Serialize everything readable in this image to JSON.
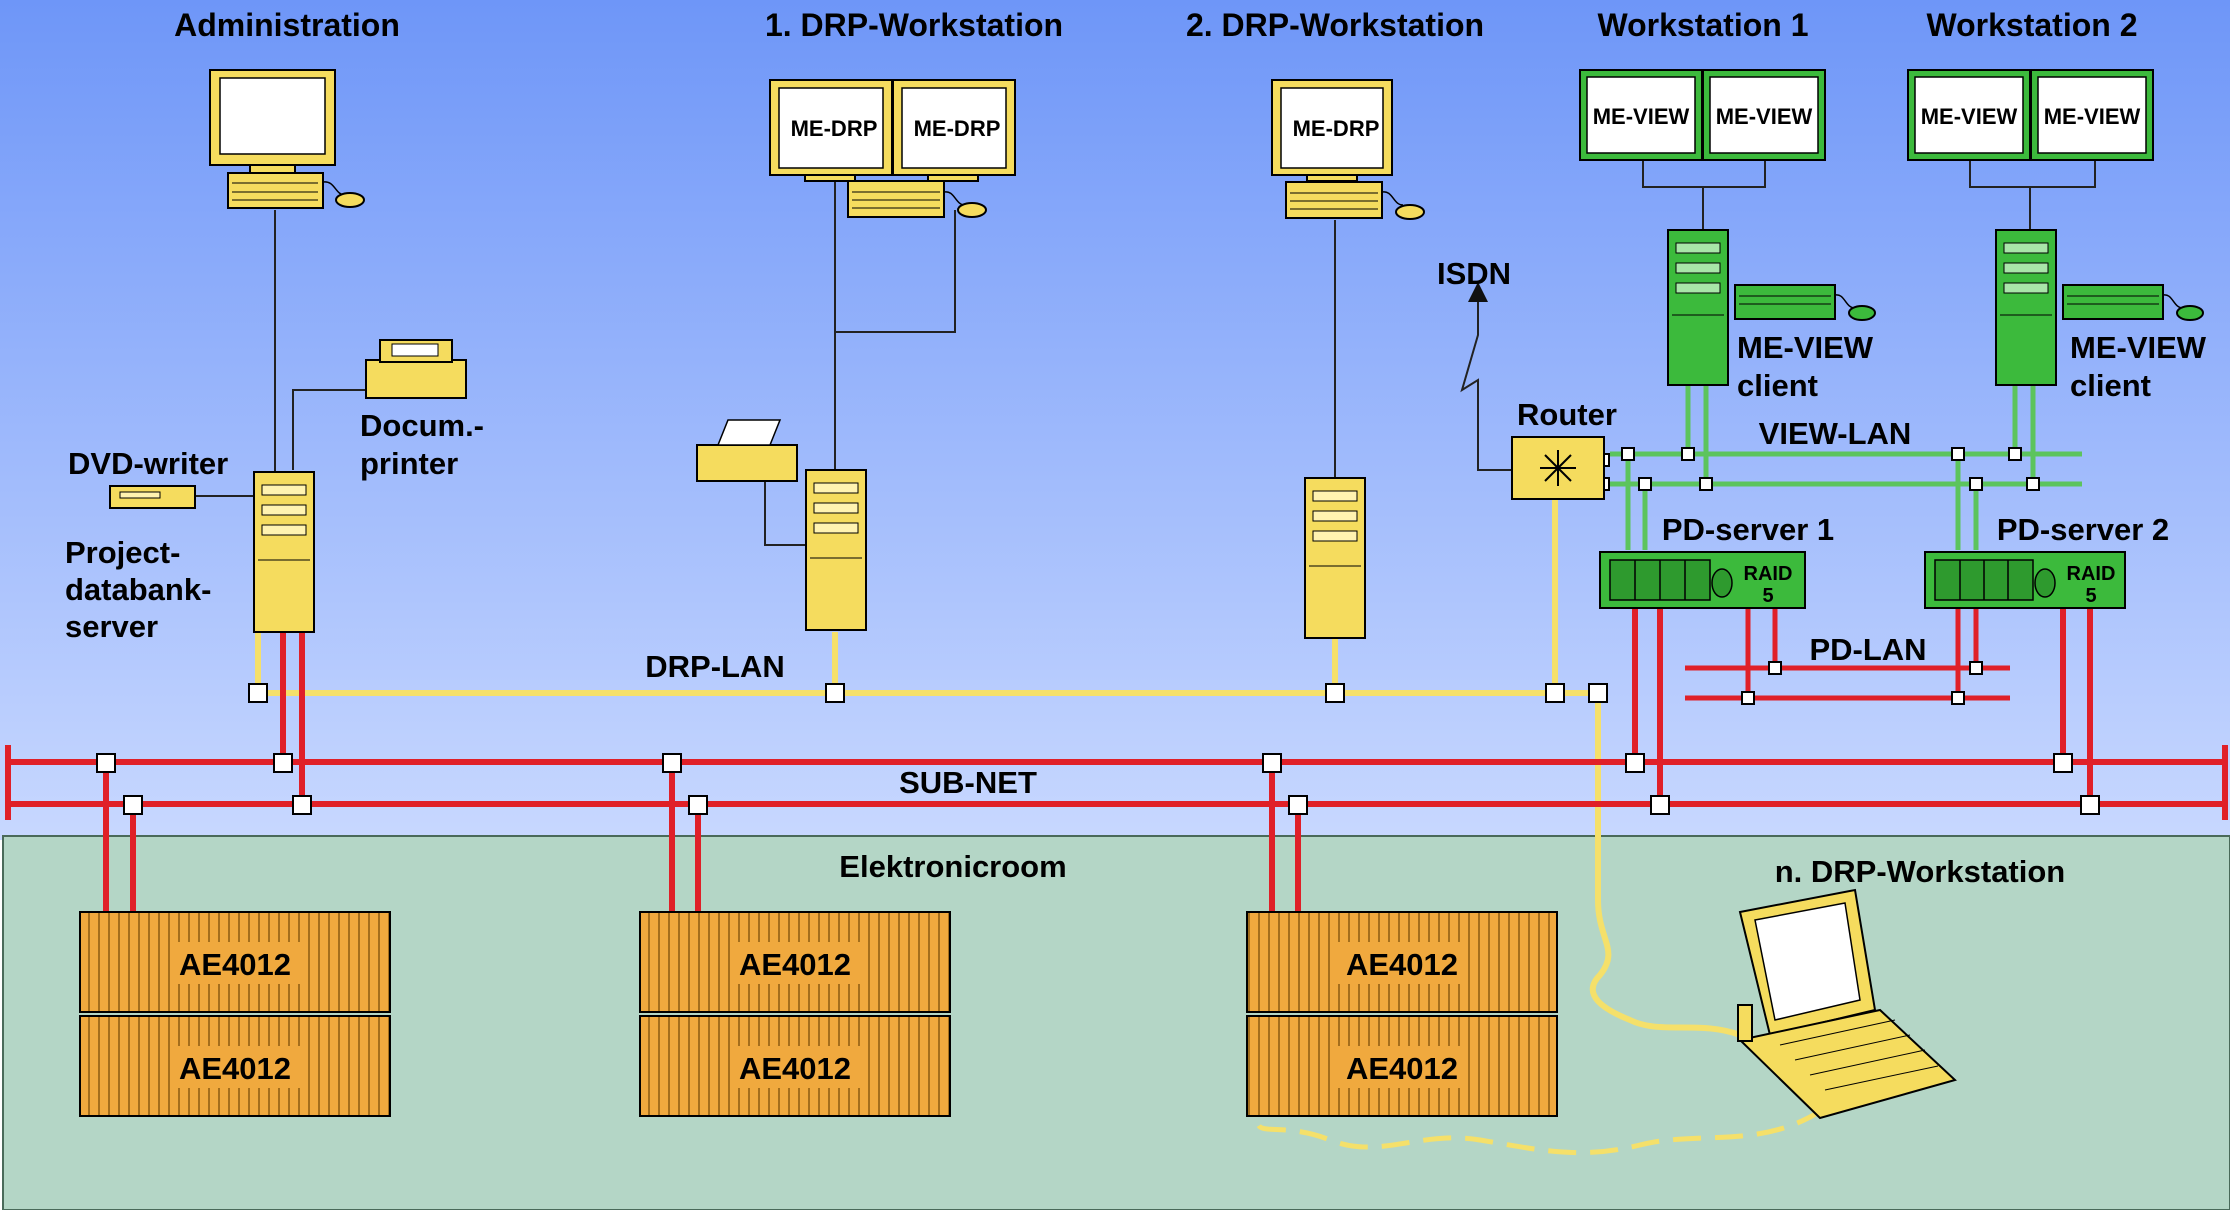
{
  "colors": {
    "bg_top": "#6e96f8",
    "bg_bottom": "#c8d8ff",
    "room": "#b4d6c6",
    "sub_net": "#e02028",
    "drp_lan": "#f5e06a",
    "view_lan": "#5cc45c",
    "pd_lan": "#e02028",
    "device_yellow": "#f5dc5e",
    "device_green": "#3cba3c",
    "device_orange": "#f0a93e"
  },
  "labels": {
    "administration": "Administration",
    "drp1": "1. DRP-Workstation",
    "drp2": "2. DRP-Workstation",
    "ws1": "Workstation 1",
    "ws2": "Workstation 2",
    "isdn": "ISDN",
    "router": "Router",
    "dvd_writer": "DVD-writer",
    "docum_printer_1": "Docum.-",
    "docum_printer_2": "printer",
    "project_db_1": "Project-",
    "project_db_2": "databank-",
    "project_db_3": "server",
    "meview_client_1": "ME-VIEW",
    "meview_client_2": "client",
    "view_lan": "VIEW-LAN",
    "pd_server_1": "PD-server 1",
    "pd_server_2": "PD-server 2",
    "pd_lan": "PD-LAN",
    "drp_lan": "DRP-LAN",
    "sub_net": "SUB-NET",
    "elektronicroom": "Elektronicroom",
    "n_drp": "n. DRP-Workstation",
    "me_drp": "ME-DRP",
    "me_view": "ME-VIEW",
    "raid": "RAID",
    "raid_level": "5",
    "ae4012": "AE4012"
  },
  "icons": [
    "monitor-icon",
    "keyboard-icon",
    "mouse-icon",
    "tower-pc-icon",
    "printer-icon",
    "dvd-writer-icon",
    "router-icon",
    "server-rack-icon",
    "laptop-icon",
    "rack-unit-icon",
    "lightning-arrow-icon"
  ]
}
